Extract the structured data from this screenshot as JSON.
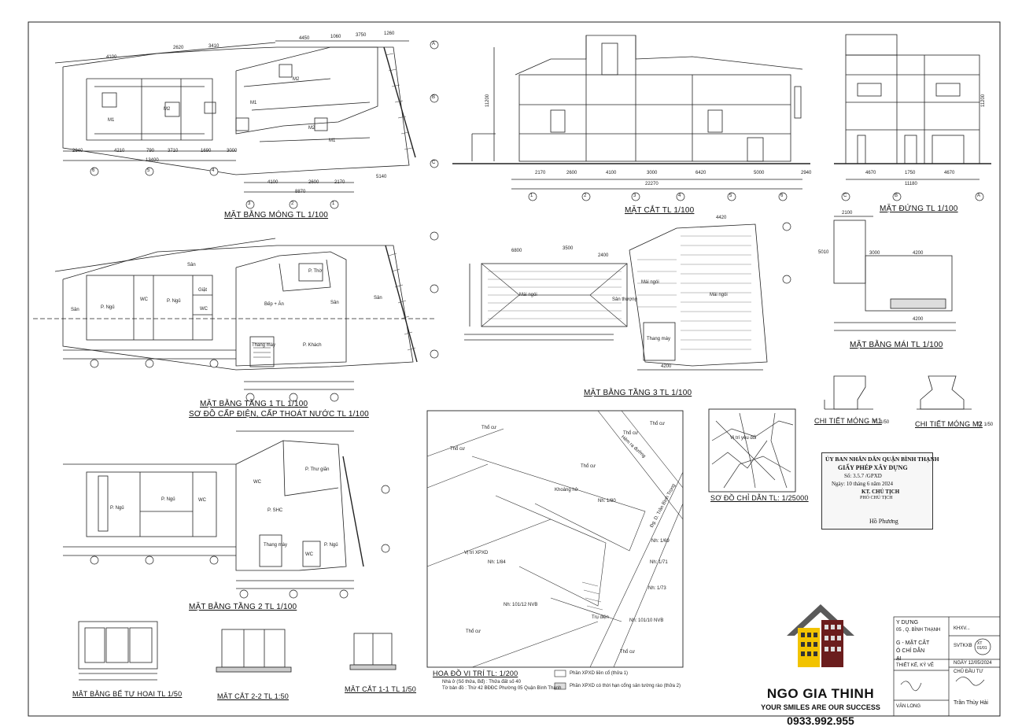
{
  "labels": {
    "foundation_plan": "MẶT BẰNG MÓNG  TL 1/100",
    "section": "MẶT CẮT  TL 1/100",
    "elevation": "MẶT ĐỨNG  TL 1/100",
    "floor1_plan": "MẶT BẰNG TẦNG 1  TL 1/100",
    "utility_diagram": "SƠ ĐỒ CẤP ĐIỆN, CẤP THOÁT NƯỚC  TL 1/100",
    "floor3_plan": "MẶT BẰNG TẦNG 3  TL 1/100",
    "roof_plan": "MẶT BẰNG MÁI  TL 1/100",
    "detail_m1": "CHI TIẾT MÓNG M1",
    "detail_m2": "CHI TIẾT MÓNG M2",
    "scale_1_50": "TL 1/50",
    "floor2_plan": "MẶT BẰNG TẦNG 2  TL 1/100",
    "directions": "SƠ ĐỒ CHỈ DẪN  TL: 1/25000",
    "location": "HOẠ ĐỒ VỊ TRÍ  TL: 1/200",
    "septic": "MẶT BẰNG BỂ TỰ HOẠI  TL 1/50",
    "section_22": "MẶT CẮT 2-2  TL 1:50",
    "section_11": "MẶT CẮT 1-1  TL 1/50"
  },
  "rooms": {
    "bedroom": "P. Ngủ",
    "wc": "WC",
    "kitchen": "Bếp + Ăn",
    "living": "P. Khách",
    "yard": "Sân",
    "elevator": "Thang máy",
    "laundry": "Giặt",
    "worship": "P. Thờ",
    "family": "P. SHC",
    "library": "P. Thư giãn",
    "roof_tile": "Mái ngói",
    "roof_deck": "Sân thượng"
  },
  "location_map": {
    "neighbor": "Thổ cư",
    "alley": "Hẻm ra đường",
    "road": "Đg. D. Trần Bình Trọng",
    "lot_label": "Vị trí XPXD",
    "lot_note": "Khoảng hở",
    "legend_1": "Phần XPXD liền cổ (thửa 1)",
    "legend_2": "Phần XPXD có thời hạn cổng sân tường rào (thửa 2)",
    "note_a": "Nhà ở (Số thửa, Bđ) : Thửa đất số 40",
    "note_b": "Tờ bản đồ : Thừ 42 BĐĐC Phường 05 Quận Bình Thạnh",
    "house_nos": [
      "Nh: 1/80",
      "Nh: 1/84",
      "Nh: 1/69",
      "Nh: 1/71",
      "Nh: 1/73",
      "Nh: 101/12 NVB",
      "Nh: 101/10 NVB"
    ],
    "pole": "Trụ điện"
  },
  "directions_map": {
    "marker": "Vị trí yêu đổi"
  },
  "permit": {
    "authority": "ỦY BAN NHÂN DÂN QUẬN BÌNH THẠNH",
    "title": "GIẤY PHÉP XÂY DỰNG",
    "number": "Số: 3.5.7 /GPXD",
    "date": "Ngày: 10  tháng 6  năm 2024",
    "role": "KT. CHỦ TỊCH",
    "role2": "PHÓ CHỦ TỊCH",
    "signer": "Hồ Phương"
  },
  "brand": {
    "name": "NGO GIA THINH",
    "slogan": "YOUR SMILES ARE OUR SUCCESS",
    "phone": "0933.992.955"
  },
  "title_block": {
    "line1": "Y DỰNG",
    "line2": "05 , Q. BÌNH THẠNH",
    "line3": "G - MẶT CẮT",
    "line4": "Ô CHỈ DẪN",
    "line5": "ẠI",
    "code": "KHXV...",
    "sheet": "XT\n01/01",
    "sheet_code": "SVTKXB",
    "date": "NGÀY 12/05/2024",
    "lead": "CHỦ ĐẦU TƯ",
    "designer": "THIẾT KẾ, KÝ VẼ",
    "designer_name": "VĂN LONG",
    "owner_sig": "Trần Thùy Hải"
  },
  "dims": {
    "f_w1": "4100",
    "f_w2": "2620",
    "f_w3": "3410",
    "f_w4": "4450",
    "f_w5": "1060",
    "f_w6": "3750",
    "f_w7": "1260",
    "f_b1": "2940",
    "f_b2": "4210",
    "f_b3": "790",
    "f_b4": "3710",
    "f_b5": "1690",
    "f_b6": "3000",
    "f_total": "13400",
    "f_c1": "4100",
    "f_c2": "2600",
    "f_c3": "2170",
    "f_ctot": "8870",
    "f_c4": "5140",
    "s_1": "2170",
    "s_2": "2600",
    "s_3": "4100",
    "s_4": "3000",
    "s_5": "6420",
    "s_6": "5000",
    "s_7": "2940",
    "s_tot": "22270",
    "s_h": "11200",
    "e_1": "4670",
    "e_2": "1750",
    "e_3": "4670",
    "e_tot": "11180",
    "e_h": "11200",
    "r_1": "2100",
    "r_2": "3000",
    "r_3": "4200",
    "r_4": "4200",
    "r_5": "5010",
    "a_1": "4420",
    "a_2": "6800",
    "a_3": "3500",
    "a_4": "2400",
    "a_5": "4200"
  },
  "grid": {
    "cols": [
      "6",
      "5",
      "4",
      "3",
      "2",
      "1"
    ],
    "rows": [
      "A",
      "B",
      "C"
    ],
    "sec_cols": [
      "1",
      "2",
      "3",
      "4",
      "5",
      "6"
    ]
  }
}
